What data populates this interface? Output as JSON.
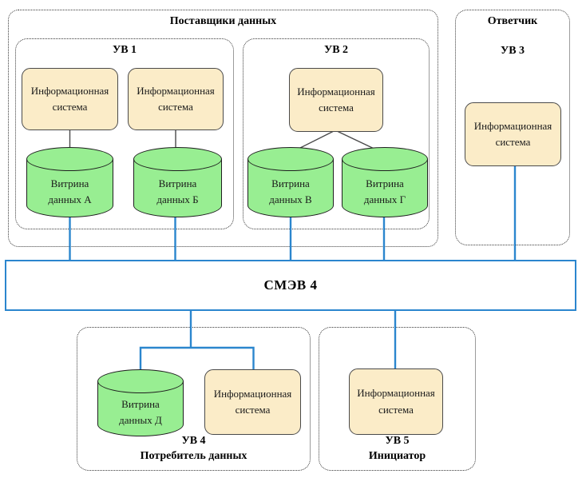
{
  "colors": {
    "line_blue": "#2B86CE",
    "system_box_fill": "#FBECC8",
    "datamart_fill": "#98EE92",
    "border_dark": "#4a4a4a"
  },
  "providers": {
    "label": "Поставщики данных",
    "uv1": {
      "label": "УВ 1",
      "system_1": "Информационная система",
      "system_2": "Информационная система",
      "datamart_a": "Витрина данных А",
      "datamart_b": "Витрина данных Б"
    },
    "uv2": {
      "label": "УВ 2",
      "system": "Информационная система",
      "datamart_v": "Витрина данных В",
      "datamart_g": "Витрина данных Г"
    }
  },
  "responder": {
    "label": "Ответчик",
    "uv3": {
      "label": "УВ 3",
      "system": "Информационная система"
    }
  },
  "bus": {
    "label": "СМЭВ 4"
  },
  "consumer": {
    "uv4": {
      "label": "УВ 4",
      "role": "Потребитель данных",
      "system": "Информационная система",
      "datamart_d": "Витрина данных Д"
    }
  },
  "initiator": {
    "uv5": {
      "label": "УВ 5",
      "role": "Инициатор",
      "system": "Информационная система"
    }
  }
}
